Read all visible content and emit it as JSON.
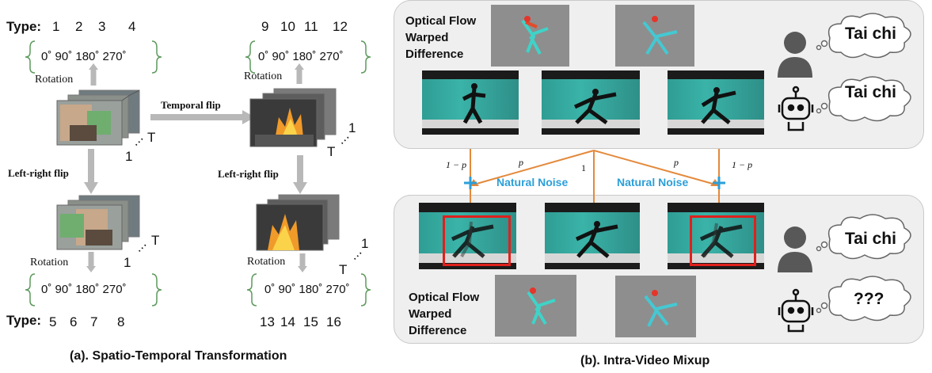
{
  "left": {
    "type_label_top": "Type:",
    "type_numbers_top": [
      "1",
      "2",
      "3",
      "4"
    ],
    "type_numbers_right_top": [
      "9",
      "10",
      "11",
      "12"
    ],
    "type_label_bottom": "Type:",
    "type_numbers_bottom": [
      "5",
      "6",
      "7",
      "8"
    ],
    "type_numbers_right_bottom": [
      "13",
      "14",
      "15",
      "16"
    ],
    "angles": "0˚ 90˚ 180˚ 270˚",
    "rotation": "Rotation",
    "temporal_flip": "Temporal flip",
    "left_right_flip": "Left-right flip",
    "axis_t": "T",
    "axis_one": "1",
    "ellipsis": "⋯",
    "caption": "(a). Spatio-Temporal Transformation"
  },
  "right": {
    "optical_flow_line1": "Optical Flow",
    "optical_flow_line2": "Warped",
    "optical_flow_line3": "Difference",
    "tai_chi": "Tai chi",
    "unknown": "???",
    "one_minus_p": "1 − p",
    "p": "p",
    "one": "1",
    "natural_noise": "Natural Noise",
    "caption": "(b). Intra-Video Mixup"
  },
  "colors": {
    "arrow_gray": "#b8b8b8",
    "arrow_orange": "#e4893b",
    "noise_blue": "#2b9fd8",
    "highlight_red": "#e0201c",
    "panel_bg": "#efefef",
    "avatar_gray": "#585858"
  }
}
